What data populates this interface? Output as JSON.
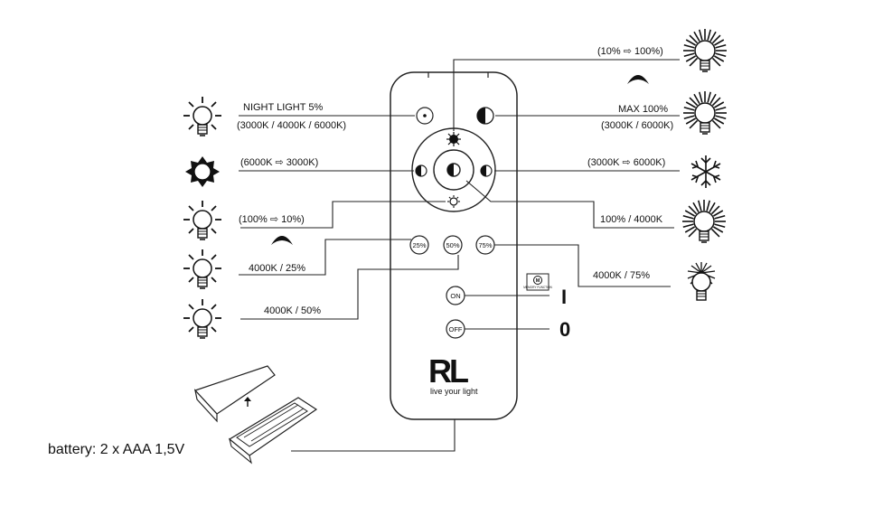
{
  "labels": {
    "night_light": "NIGHT LIGHT 5%",
    "night_light_temps": "(3000K / 4000K / 6000K)",
    "warm_shift": "(6000K ⇨ 3000K)",
    "dim_down": "(100% ⇨ 10%)",
    "preset_25": "4000K / 25%",
    "preset_50": "4000K / 50%",
    "dim_up": "(10% ⇨ 100%)",
    "max": "MAX 100%",
    "max_temps": "(3000K / 6000K)",
    "cool_shift": "(3000K ⇨ 6000K)",
    "preset_100": "100% / 4000K",
    "preset_75": "4000K / 75%",
    "on_symbol": "I",
    "off_symbol": "0",
    "battery": "battery: 2 x AAA 1,5V"
  },
  "remote": {
    "buttons": {
      "p25": "25%",
      "p50": "50%",
      "p75": "75%",
      "on": "ON",
      "off": "OFF"
    },
    "memory_badge": "MEMORY FUNCTION",
    "brand": "RL",
    "slogan": "live your light"
  }
}
